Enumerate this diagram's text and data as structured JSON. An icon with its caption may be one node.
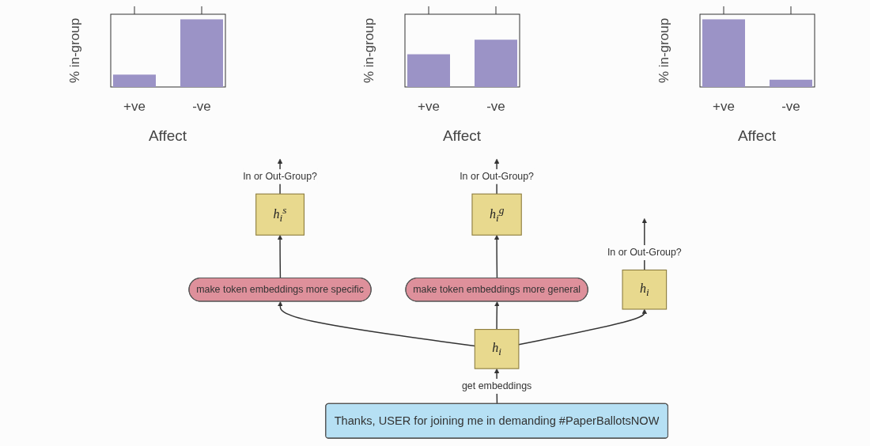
{
  "diagram": {
    "nodes": [
      {
        "text": [
          "h$_{i}$$^{s}$"
        ]
      },
      {
        "text": [
          "h$_{i}$"
        ]
      },
      {
        "text": [
          "h$_{i}$$^{g}$"
        ]
      },
      {
        "text": [
          "make token embeddings more specific"
        ]
      },
      {
        "text": [
          "h$_{i}$"
        ]
      },
      {
        "text": [
          "make token embeddings more general"
        ]
      },
      {
        "text": [
          "Thanks, USER for joining me in demanding #PaperBallotsNOW"
        ]
      }
    ],
    "edges": [
      {
        "from": 0,
        "to": null,
        "arrow": "to",
        "label": "In or Out-Group?"
      },
      {
        "from": 1,
        "to": null,
        "arrow": "to",
        "label": "In or Out-Group?"
      },
      {
        "from": 2,
        "to": null,
        "arrow": "to",
        "label": "In or Out-Group?"
      },
      {
        "from": 3,
        "to": 0,
        "arrow": "to"
      },
      {
        "from": 4,
        "to": 1,
        "arrow": "to"
      },
      {
        "from": 5,
        "to": 2,
        "arrow": "to"
      },
      {
        "from": 4,
        "to": 3,
        "arrow": "to"
      },
      {
        "from": 4,
        "to": 5,
        "arrow": "to"
      },
      {
        "from": 6,
        "to": 4,
        "arrow": "to",
        "label": "get embeddings"
      }
    ],
    "labels": [
      "% in-group",
      "+ve",
      "-ve",
      "Affect",
      "% in-group",
      "+ve",
      "-ve",
      "Affect",
      "% in-group",
      "+ve",
      "-ve",
      "Affect"
    ]
  }
}
